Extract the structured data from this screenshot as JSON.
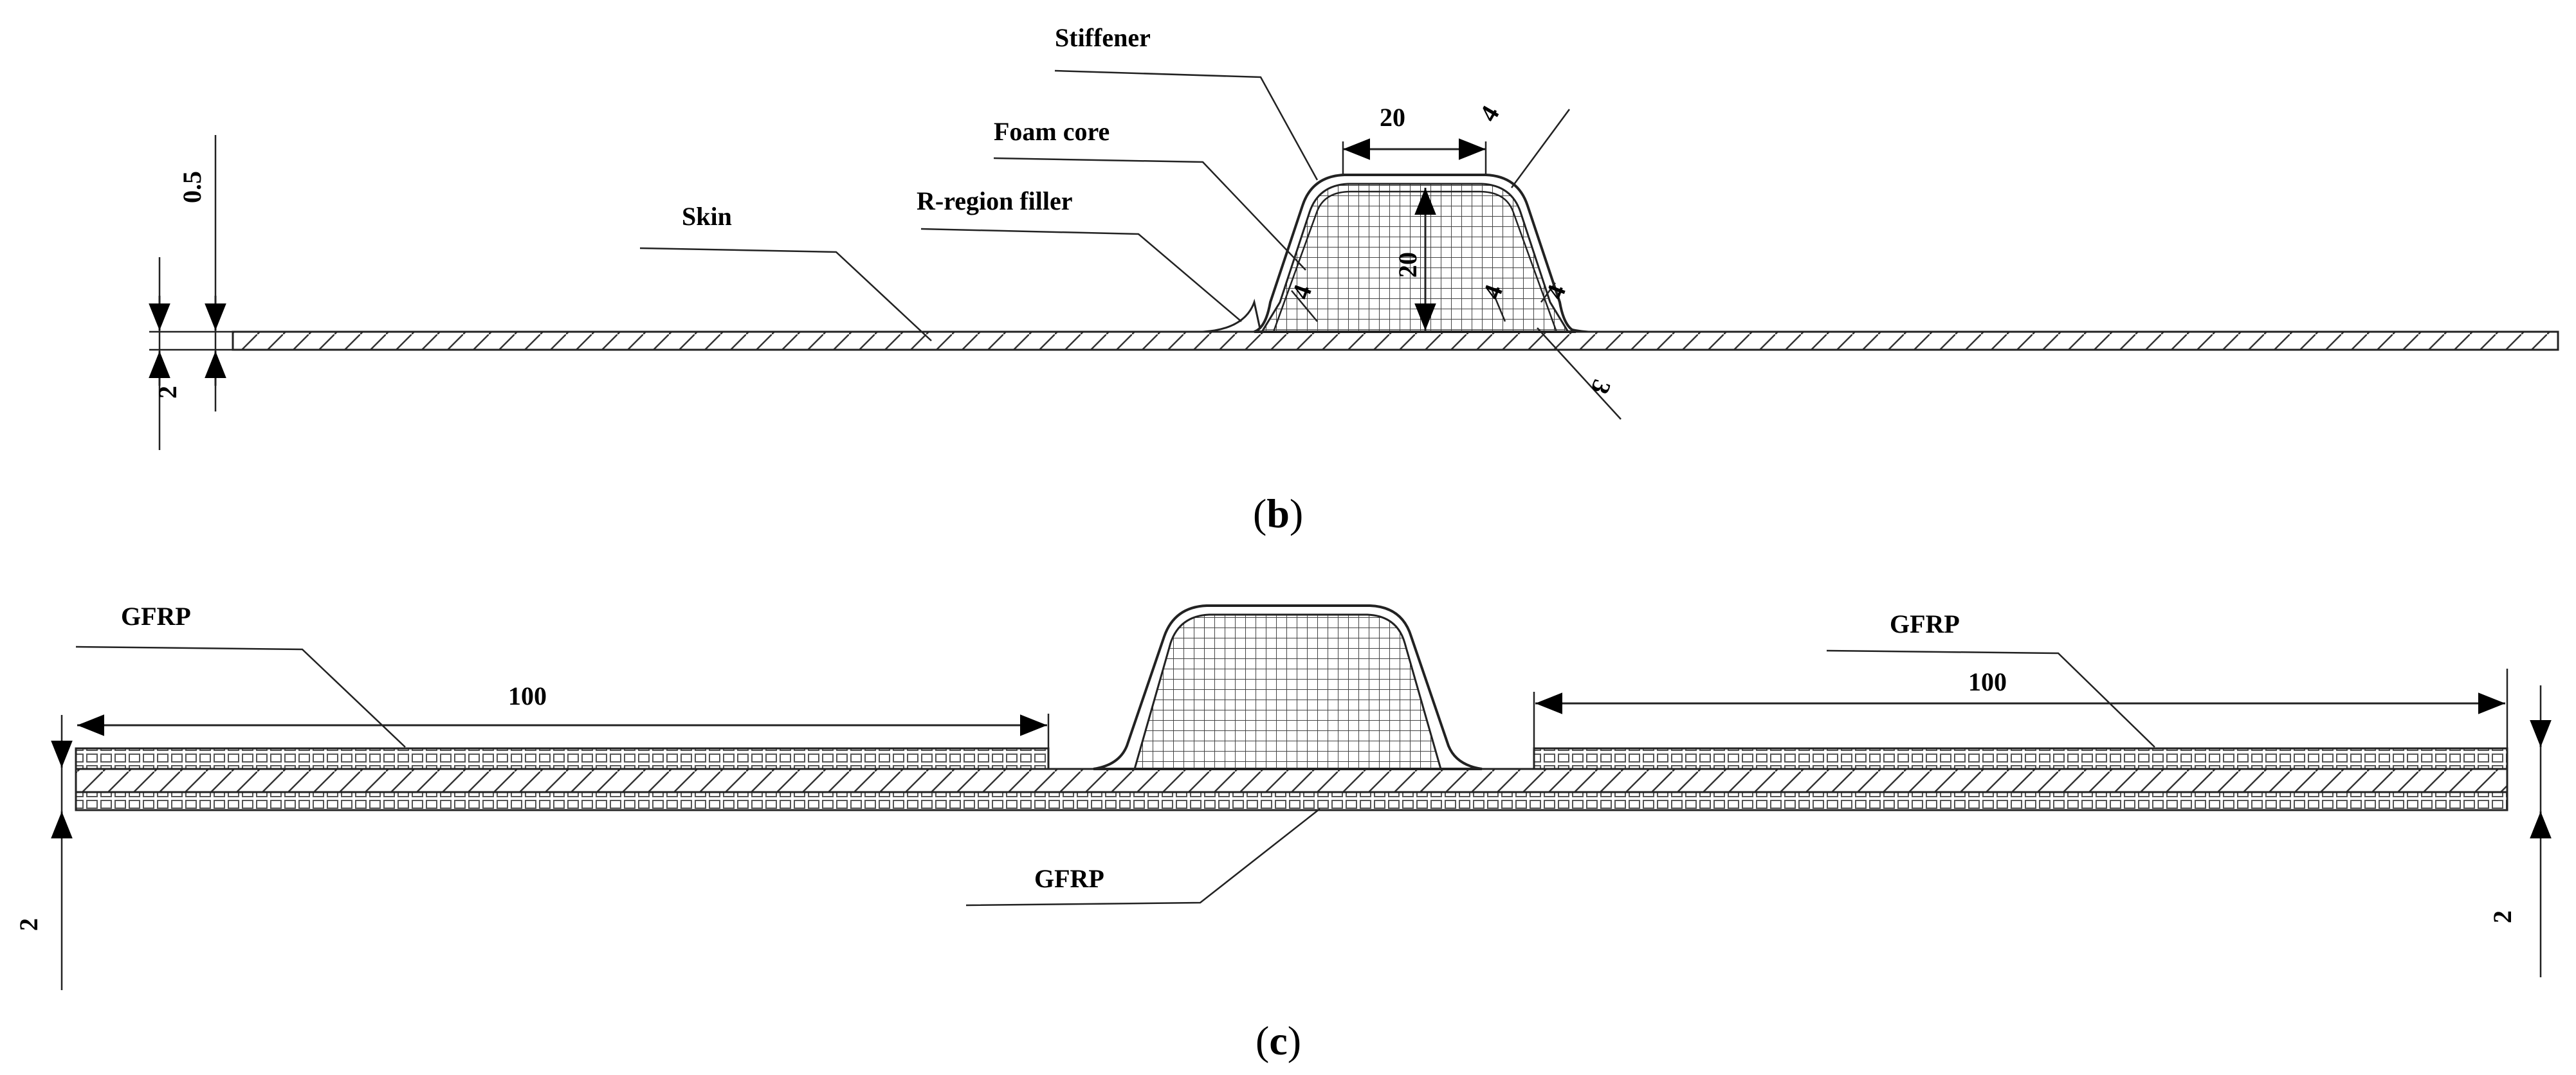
{
  "panel_b": {
    "caption_open": "(",
    "caption_letter": "b",
    "caption_close": ")",
    "labels": {
      "stiffener": "Stiffener",
      "foam_core": "Foam core",
      "r_region_filler": "R-region filler",
      "skin": "Skin"
    },
    "dimensions": {
      "top_width": "20",
      "height": "20",
      "corner_thickness": "4",
      "web_thickness_left": "4",
      "web_thickness_right": "4",
      "flange_thickness": "4",
      "fillet": "3",
      "skin_overlap": "0.5",
      "skin_thickness": "2"
    }
  },
  "panel_c": {
    "caption_open": "(",
    "caption_letter": "c",
    "caption_close": ")",
    "labels": {
      "gfrp_left": "GFRP",
      "gfrp_right": "GFRP",
      "gfrp_bottom": "GFRP"
    },
    "dimensions": {
      "patch_length_left": "100",
      "patch_length_right": "100",
      "thickness_left": "2",
      "thickness_right": "2"
    }
  }
}
